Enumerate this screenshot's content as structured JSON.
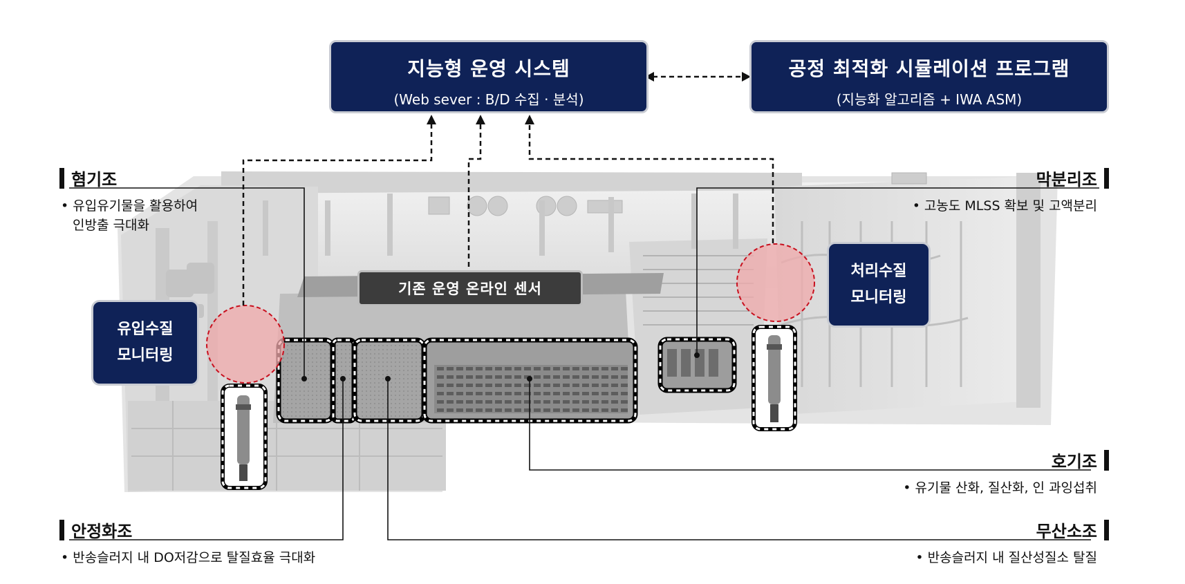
{
  "top_boxes": {
    "system": {
      "title": "지능형 운영 시스템",
      "subtitle": "(Web sever : B/D 수집 · 분석)"
    },
    "program": {
      "title": "공정 최적화 시뮬레이션 프로그램",
      "subtitle": "(지능화 알고리즘 + IWA ASM)"
    }
  },
  "side_boxes": {
    "influent": [
      "유입수질",
      "모니터링"
    ],
    "effluent": [
      "처리수질",
      "모니터링"
    ]
  },
  "sensor_label": "기존 운영 온라인 센서",
  "tanks": {
    "anaerobic": {
      "title": "혐기조",
      "desc": [
        "• 유입유기물을 활용하여",
        "  인방출 극대화"
      ]
    },
    "membrane": {
      "title": "막분리조",
      "desc": [
        "• 고농도 MLSS 확보 및 고액분리"
      ]
    },
    "aerobic": {
      "title": "호기조",
      "desc": [
        "• 유기물 산화, 질산화, 인 과잉섭취"
      ]
    },
    "stabilization": {
      "title": "안정화조",
      "desc": [
        "• 반송슬러지 내 DO저감으로 탈질효율 극대화"
      ]
    },
    "anoxic": {
      "title": "무산소조",
      "desc": [
        "• 반송슬러지 내 질산성질소 탈질"
      ]
    }
  },
  "colors": {
    "navy": "#0f2257",
    "sensor_gray": "#3c3c3c",
    "highlight_red": "#c8101e"
  }
}
